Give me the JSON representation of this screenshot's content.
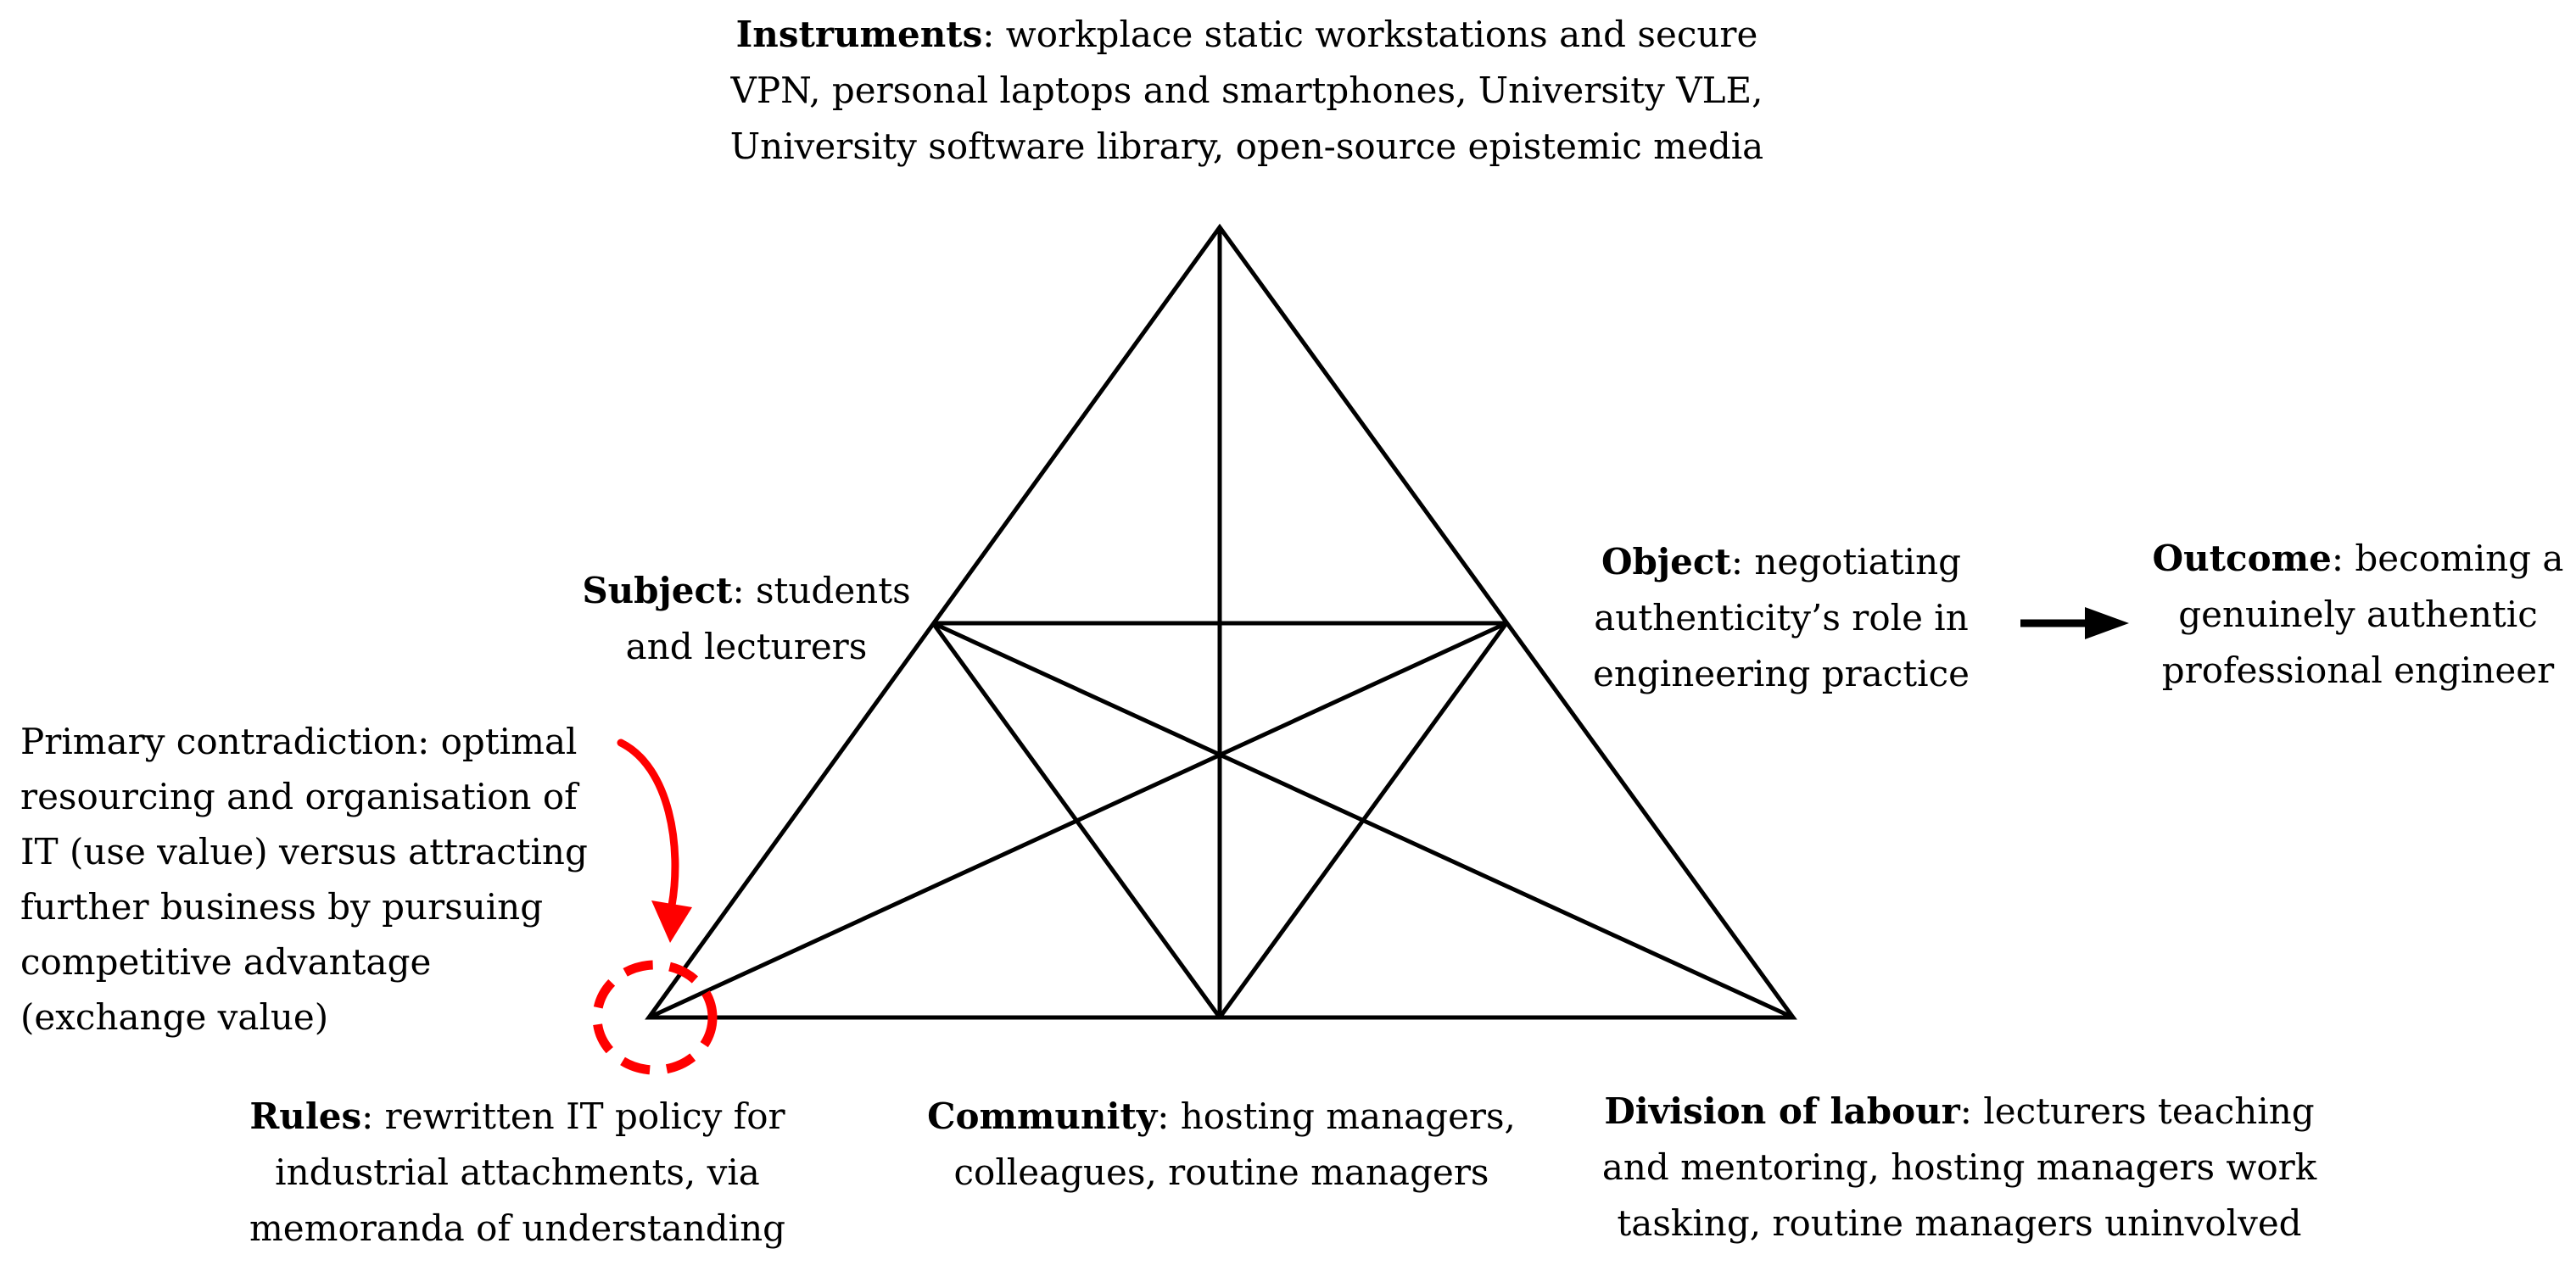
{
  "nodes": {
    "instruments": {
      "label": "Instruments",
      "lines": [
        ": workplace static workstations and secure",
        "VPN, personal laptops and smartphones, University VLE,",
        "University software library, open-source epistemic media"
      ]
    },
    "subject": {
      "label": "Subject",
      "lines": [
        ": students",
        "and lecturers"
      ]
    },
    "object": {
      "label": "Object",
      "lines": [
        ": negotiating",
        "authenticity’s role in",
        "engineering practice"
      ]
    },
    "outcome": {
      "label": "Outcome",
      "lines": [
        ": becoming a",
        "genuinely authentic",
        "professional engineer"
      ]
    },
    "rules": {
      "label": "Rules",
      "lines": [
        ": rewritten IT policy for",
        "industrial attachments, via",
        "memoranda of understanding"
      ]
    },
    "community": {
      "label": "Community",
      "lines": [
        ":  hosting managers,",
        "colleagues, routine managers"
      ]
    },
    "division": {
      "label": "Division of labour",
      "lines": [
        ": lecturers teaching",
        "and mentoring, hosting managers work",
        "tasking, routine managers uninvolved"
      ]
    }
  },
  "contradiction": {
    "lines": [
      "Primary contradiction: optimal",
      "resourcing and organisation of",
      "IT (use value) versus attracting",
      "further business by pursuing",
      "competitive advantage",
      "(exchange value)"
    ]
  },
  "colors": {
    "lines": "#000000",
    "contradiction": "#ff0000"
  }
}
